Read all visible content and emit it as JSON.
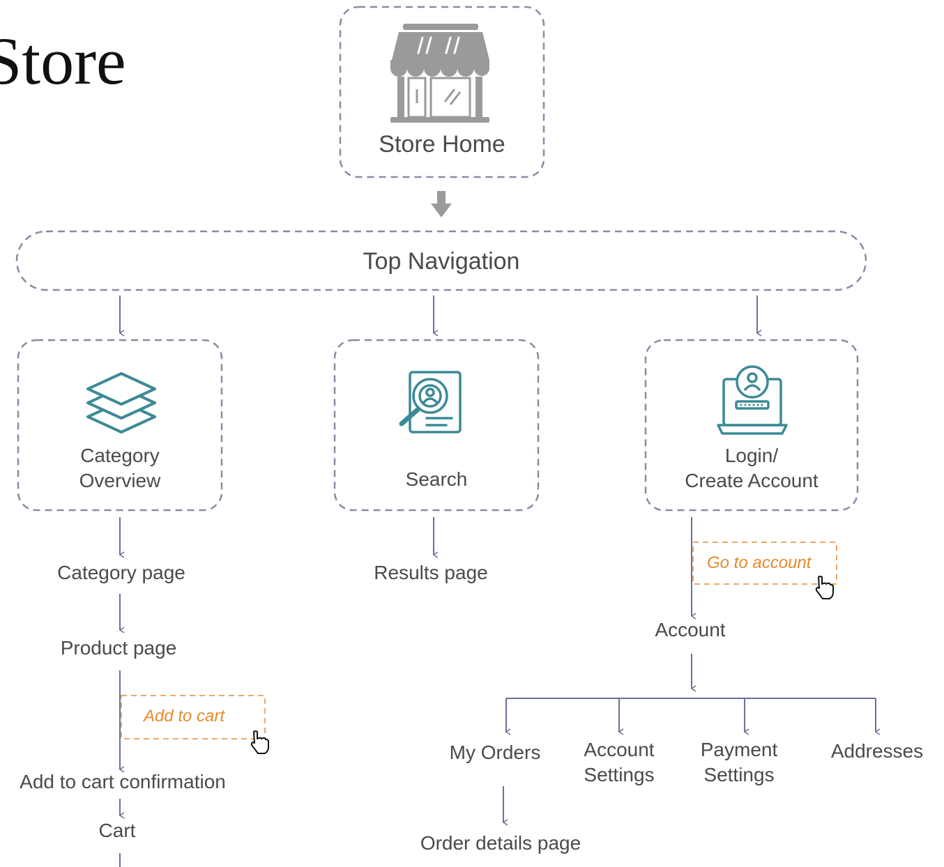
{
  "page": {
    "title": "Store"
  },
  "nodes": {
    "store_home": "Store Home",
    "top_navigation": "Top Navigation",
    "category_overview_line1": "Category",
    "category_overview_line2": "Overview",
    "search": "Search",
    "login_line1": "Login/",
    "login_line2": "Create Account",
    "category_page": "Category page",
    "product_page": "Product page",
    "add_to_cart_confirmation": "Add to cart confirmation",
    "cart": "Cart",
    "results_page": "Results page",
    "account": "Account",
    "my_orders": "My Orders",
    "account_settings_line1": "Account",
    "account_settings_line2": "Settings",
    "payment_settings_line1": "Payment",
    "payment_settings_line2": "Settings",
    "addresses": "Addresses",
    "order_details_page": "Order details page"
  },
  "actions": {
    "add_to_cart": "Add to cart",
    "go_to_account": "Go to account"
  },
  "colors": {
    "box_border": "#8a8aa6",
    "connector": "#6a6f9a",
    "icon_gray": "#9a9a9a",
    "icon_teal": "#3c8a96",
    "action_orange": "#e8892a",
    "action_border": "#e9a868"
  },
  "icons": {
    "store_home": "storefront-icon",
    "category_overview": "layers-icon",
    "search": "search-document-icon",
    "login": "laptop-login-icon",
    "pointer": "hand-pointer-icon",
    "down_arrow": "down-arrow-icon"
  }
}
